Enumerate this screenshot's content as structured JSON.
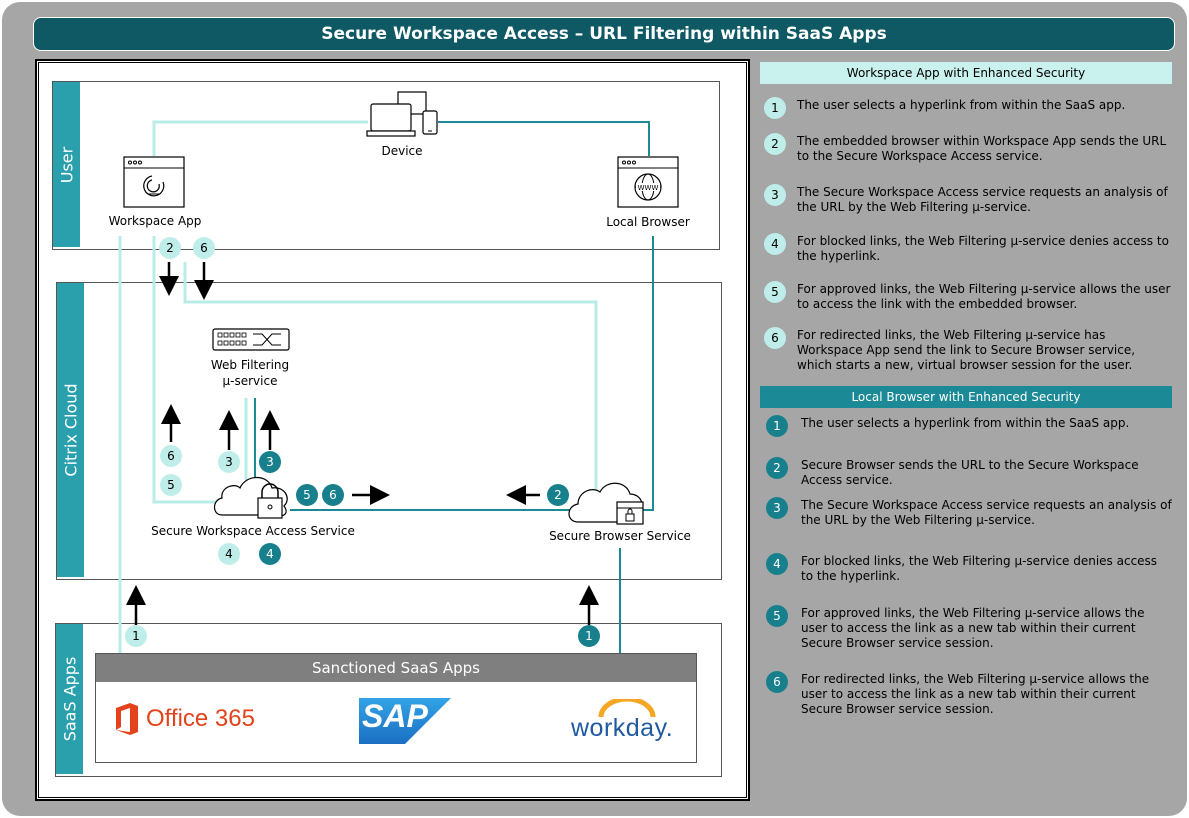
{
  "title": "Secure Workspace Access – URL Filtering within SaaS Apps",
  "zones": {
    "user": "User",
    "citrix_cloud": "Citrix Cloud",
    "saas_apps": "SaaS Apps"
  },
  "nodes": {
    "device": "Device",
    "workspace_app": "Workspace App",
    "local_browser": "Local Browser",
    "web_filtering_line1": "Web Filtering",
    "web_filtering_line2": "μ-service",
    "swa_service": "Secure Workspace Access Service",
    "secure_browser": "Secure Browser Service",
    "sanctioned": "Sanctioned SaaS Apps",
    "office365": "Office 365",
    "sap": "SAP",
    "workday": "workday."
  },
  "badges": {
    "b2": "2",
    "b6": "6",
    "b3": "3",
    "b6b": "6",
    "b5": "5",
    "b4": "4",
    "b1": "1"
  },
  "workspace_section": {
    "header": "Workspace App with Enhanced Security",
    "steps": [
      {
        "num": "1",
        "text": "The user selects a hyperlink from within the SaaS app."
      },
      {
        "num": "2",
        "text": "The embedded browser within Workspace App sends the URL to the Secure Workspace Access service."
      },
      {
        "num": "3",
        "text": "The Secure Workspace Access service requests an analysis of the URL by the Web Filtering μ-service."
      },
      {
        "num": "4",
        "text": "For blocked links, the Web Filtering μ-service denies access to the hyperlink."
      },
      {
        "num": "5",
        "text": "For approved links, the Web Filtering μ-service allows the user to access the link with the embedded browser."
      },
      {
        "num": "6",
        "text": "For redirected links, the Web Filtering μ-service has Workspace App send the link to Secure Browser service, which starts a new, virtual browser session for the user."
      }
    ]
  },
  "browser_section": {
    "header": "Local Browser with Enhanced Security",
    "steps": [
      {
        "num": "1",
        "text": "The user selects a hyperlink from within the SaaS app."
      },
      {
        "num": "2",
        "text": "Secure Browser sends the URL to the Secure Workspace Access service."
      },
      {
        "num": "3",
        "text": "The Secure Workspace Access service requests an analysis of the URL by the Web Filtering μ-service."
      },
      {
        "num": "4",
        "text": "For blocked links, the Web Filtering μ-service denies access to the hyperlink."
      },
      {
        "num": "5",
        "text": "For approved links, the Web Filtering μ-service allows the user to access the link as a new tab within their current Secure Browser service session."
      },
      {
        "num": "6",
        "text": "For redirected links, the Web Filtering μ-service allows the user to access the link as a new tab within their current Secure Browser service session."
      }
    ]
  },
  "colors": {
    "accent_dark": "#17808c",
    "accent_light": "#bfeeea",
    "title_bg": "#0f5964",
    "office_red": "#e3421b",
    "sap_blue": "#1b6fc3",
    "workday_blue": "#1f5aa0",
    "workday_orange": "#f5a623"
  }
}
